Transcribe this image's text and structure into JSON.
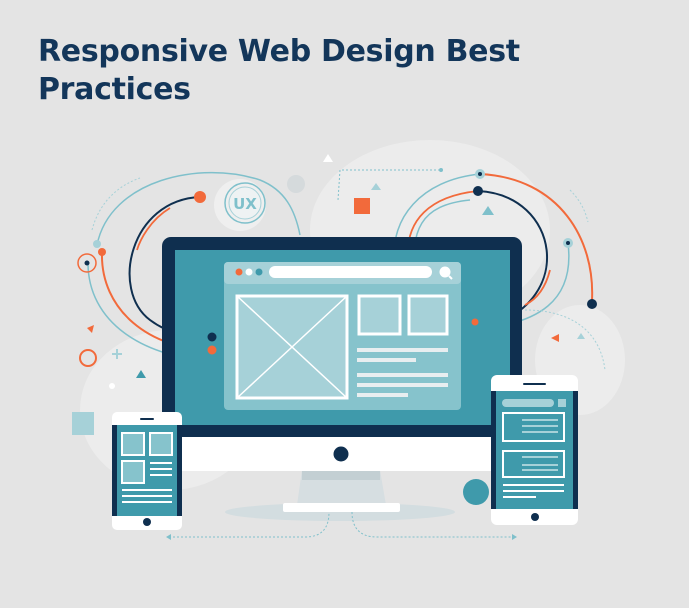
{
  "title": "Responsive Web Design Best Practices",
  "badge": {
    "label": "UX"
  },
  "colors": {
    "background": "#e4e4e4",
    "navy": "#0f2f4f",
    "teal": "#3f9aab",
    "light_teal": "#a6d1d8",
    "screen_panel": "#86c3cc",
    "orange": "#f26a3b",
    "white": "#ffffff",
    "stand": "#c9d7db"
  },
  "devices": {
    "desktop": {
      "browser_dots": [
        "orange",
        "white",
        "teal"
      ],
      "search_icon": "search-icon"
    },
    "tablet_left": {},
    "phone_right": {}
  }
}
